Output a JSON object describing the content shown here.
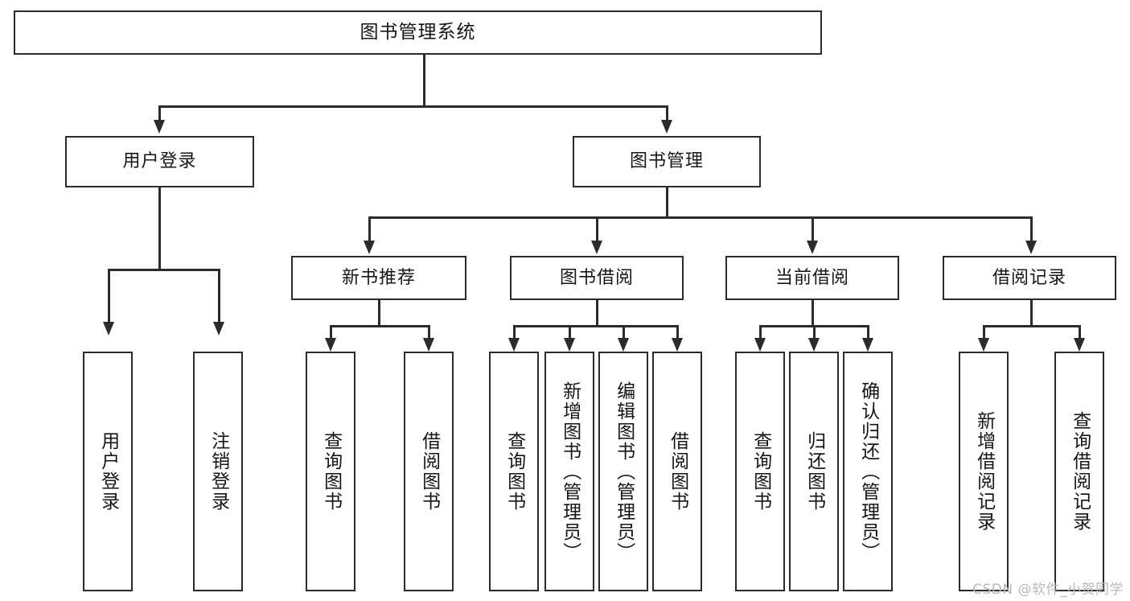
{
  "diagram": {
    "title": "图书管理系统",
    "type": "tree-hierarchy-chart",
    "watermark": "CSDN @软件_小贺同学",
    "accent_color": "#2b2b2b",
    "background_color": "#ffffff"
  },
  "root": {
    "label": "图书管理系统"
  },
  "level2": [
    {
      "id": "user-login",
      "label": "用户登录"
    },
    {
      "id": "book-manage",
      "label": "图书管理"
    }
  ],
  "level3": [
    {
      "id": "new-book-recommend",
      "label": "新书推荐"
    },
    {
      "id": "book-borrow",
      "label": "图书借阅"
    },
    {
      "id": "current-borrow",
      "label": "当前借阅"
    },
    {
      "id": "borrow-record",
      "label": "借阅记录"
    }
  ],
  "leaves": {
    "user_login": [
      {
        "id": "leaf-user-login",
        "label": "用户登录"
      },
      {
        "id": "leaf-logout-login",
        "label": "注销登录"
      }
    ],
    "new_book_recommend": [
      {
        "id": "leaf-query-book-1",
        "label": "查询图书"
      },
      {
        "id": "leaf-borrow-book-1",
        "label": "借阅图书"
      }
    ],
    "book_borrow": [
      {
        "id": "leaf-query-book-2",
        "label": "查询图书"
      },
      {
        "id": "leaf-add-book",
        "label": "新增图书（管理员）"
      },
      {
        "id": "leaf-edit-book",
        "label": "编辑图书（管理员）"
      },
      {
        "id": "leaf-borrow-book-2",
        "label": "借阅图书"
      }
    ],
    "current_borrow": [
      {
        "id": "leaf-query-book-3",
        "label": "查询图书"
      },
      {
        "id": "leaf-return-book",
        "label": "归还图书"
      },
      {
        "id": "leaf-confirm-return",
        "label": "确认归还（管理员）"
      }
    ],
    "borrow_record": [
      {
        "id": "leaf-add-record",
        "label": "新增借阅记录"
      },
      {
        "id": "leaf-query-record",
        "label": "查询借阅记录"
      }
    ]
  }
}
